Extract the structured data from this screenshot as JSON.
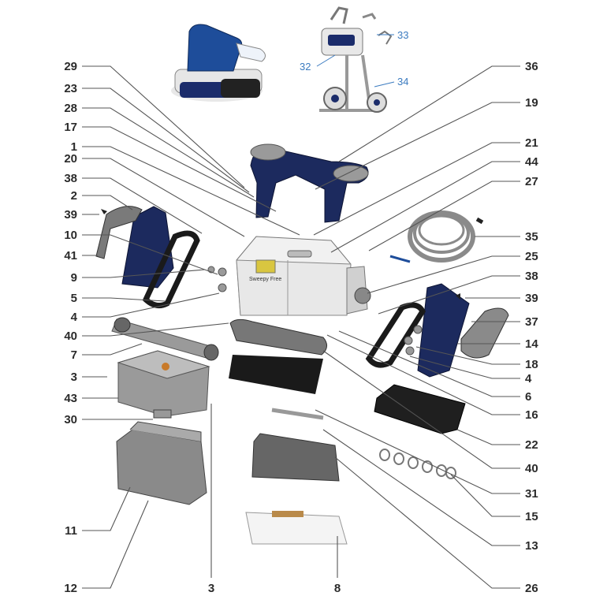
{
  "diagram": {
    "brand_text": "Sweepy Free",
    "labels_left": [
      "29",
      "23",
      "28",
      "17",
      "1",
      "20",
      "38",
      "2",
      "39",
      "10",
      "41",
      "9",
      "5",
      "4",
      "40",
      "7",
      "3",
      "43",
      "30",
      "11",
      "12"
    ],
    "labels_right": [
      "36",
      "19",
      "21",
      "44",
      "27",
      "35",
      "25",
      "38",
      "39",
      "37",
      "14",
      "18",
      "4",
      "6",
      "16",
      "22",
      "40",
      "31",
      "15",
      "13",
      "26"
    ],
    "labels_bottom": [
      "3",
      "8"
    ],
    "labels_inset": [
      "33",
      "32",
      "34"
    ],
    "colors": {
      "label": "#2b2b2b",
      "inset_label": "#3b7bc0",
      "robot_blue": "#1c2a5e",
      "leader": "#555555"
    }
  }
}
